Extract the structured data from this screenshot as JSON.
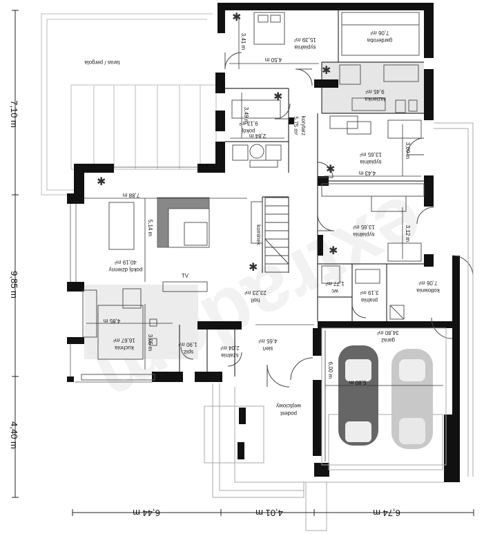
{
  "rooms": [
    {
      "id": "sypialnia1",
      "name": "sypialnia",
      "area": "15,39 m²"
    },
    {
      "id": "garderoba",
      "name": "garderoba",
      "area": "7,06 m²"
    },
    {
      "id": "lazienka",
      "name": "łazienka",
      "area": "9,45 m²"
    },
    {
      "id": "pokoj",
      "name": "pokój",
      "area": "9,13 m²"
    },
    {
      "id": "korytarz",
      "name": "korytarz",
      "area": "5,75 m²"
    },
    {
      "id": "sypialnia2",
      "name": "sypialnia",
      "area": "13,65 m²"
    },
    {
      "id": "sypialnia3",
      "name": "sypialnia",
      "area": "13,65 m²"
    },
    {
      "id": "pokoj_dzienny",
      "name": "pokój dzienny",
      "area": "40,19 m²"
    },
    {
      "id": "kuchnia",
      "name": "kuchnia",
      "area": "16,67 m²"
    },
    {
      "id": "holl",
      "name": "holl",
      "area": "23,23 m²"
    },
    {
      "id": "wc",
      "name": "wc",
      "area": "1,77 m²"
    },
    {
      "id": "pralnia",
      "name": "pralnia",
      "area": "3,19 m²"
    },
    {
      "id": "kotlownia",
      "name": "kotłownia",
      "area": "7,06 m²"
    },
    {
      "id": "spizarnia",
      "name": "spiż.",
      "area": "1,90 m²"
    },
    {
      "id": "szatnia",
      "name": "szatnia",
      "area": "2,04 m²"
    },
    {
      "id": "sien",
      "name": "sień",
      "area": "4,65 m²"
    },
    {
      "id": "garaz",
      "name": "garaż",
      "area": "34,80 m²"
    }
  ],
  "labels": {
    "taras": "taras / pergola",
    "podest_line1": "podest",
    "podest_line2": "wejściowy",
    "kominek": "kominek",
    "tv": "TV"
  },
  "dims": {
    "d_sypialnia_h": "3,41 m",
    "d_450": "4,50 m",
    "d_pokoj_h": "3,49 m",
    "d_pokoj_w": "2,84 m",
    "d_syp2_h": "3,09 m",
    "d_syp2_w": "4,43 m",
    "d_syp3_h": "3,12 m",
    "d_dzienny_w": "7,88 m",
    "d_dzienny_h": "5,14 m",
    "d_kuchnia_w": "4,85 m",
    "d_kuchnia_h": "3,05 m",
    "d_garaz_w": "5,80 m",
    "d_garaz_h": "6,00 m"
  },
  "outer_dims": {
    "left_top": "7,10 m",
    "left_mid": "9,85 m",
    "left_bot": "4,40 m",
    "bottom_left": "6,44 m",
    "bottom_mid": "4,01 m",
    "bottom_right": "6,74 m"
  },
  "watermark": "extradom"
}
